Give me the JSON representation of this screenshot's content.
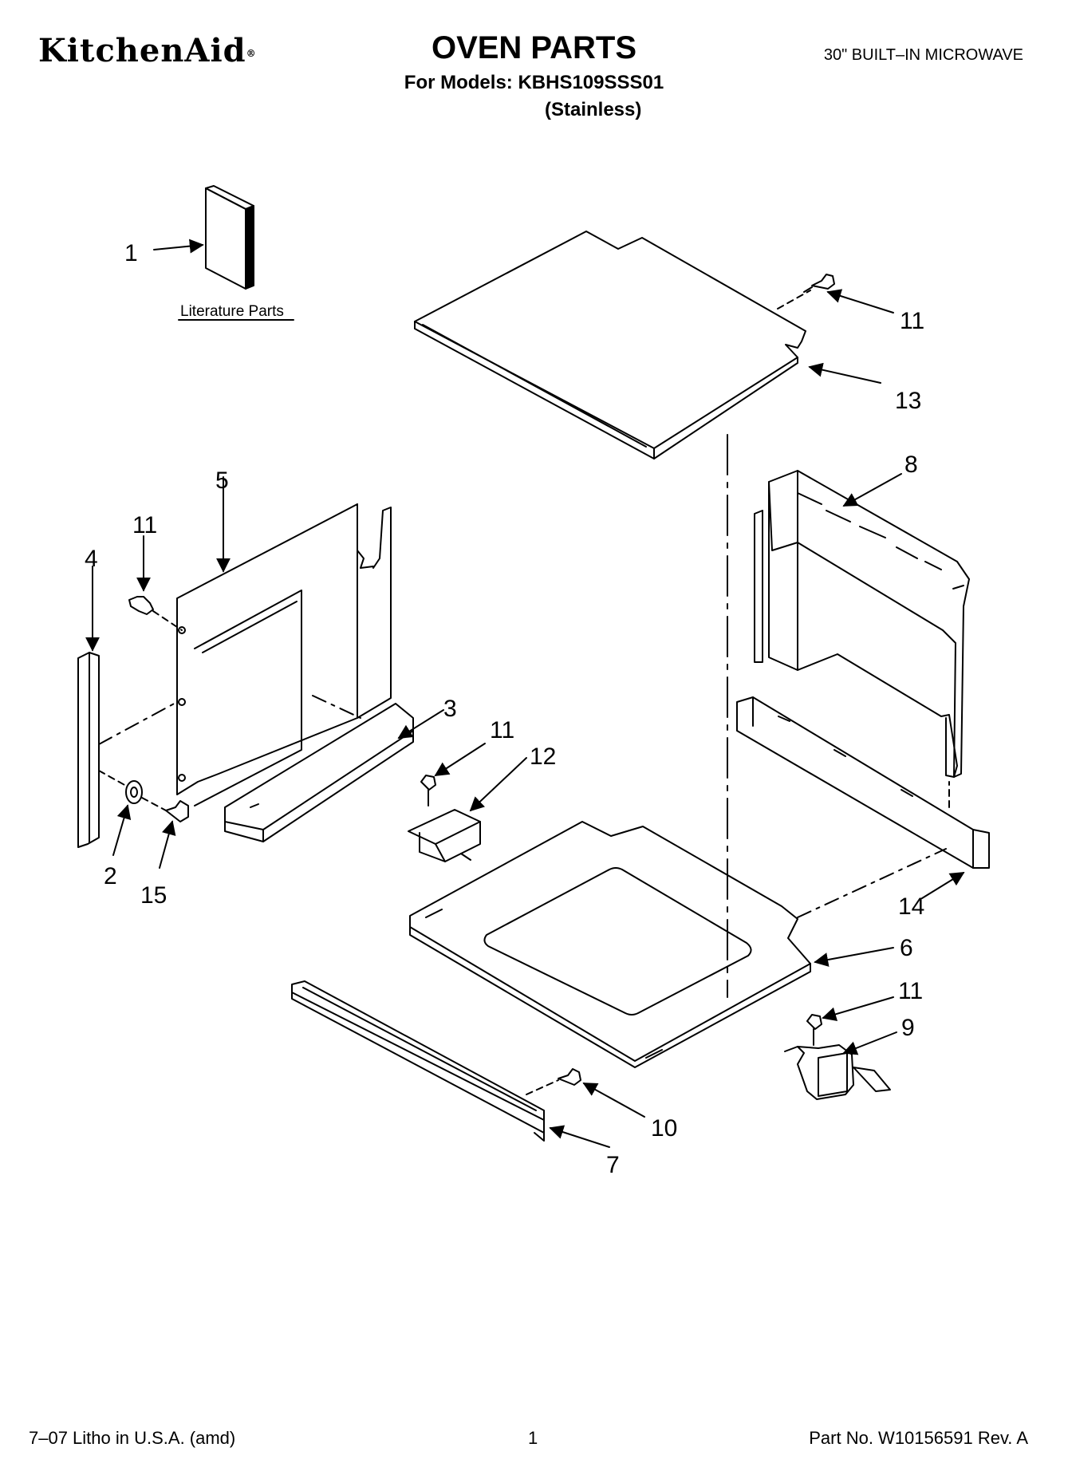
{
  "header": {
    "brand": "KitchenAid",
    "brand_mark": "®",
    "title": "OVEN PARTS",
    "product_type": "30\" BUILT–IN MICROWAVE",
    "models_line": "For Models: KBHS109SSS01",
    "variant": "(Stainless)"
  },
  "diagram": {
    "literature_label": "Literature Parts",
    "callouts": [
      {
        "id": "c1",
        "label": "1"
      },
      {
        "id": "c11a",
        "label": "11"
      },
      {
        "id": "c13",
        "label": "13"
      },
      {
        "id": "c8",
        "label": "8"
      },
      {
        "id": "c5",
        "label": "5"
      },
      {
        "id": "c11b",
        "label": "11"
      },
      {
        "id": "c4",
        "label": "4"
      },
      {
        "id": "c3",
        "label": "3"
      },
      {
        "id": "c11c",
        "label": "11"
      },
      {
        "id": "c12",
        "label": "12"
      },
      {
        "id": "c2",
        "label": "2"
      },
      {
        "id": "c15",
        "label": "15"
      },
      {
        "id": "c14",
        "label": "14"
      },
      {
        "id": "c6",
        "label": "6"
      },
      {
        "id": "c11d",
        "label": "11"
      },
      {
        "id": "c9",
        "label": "9"
      },
      {
        "id": "c10",
        "label": "10"
      },
      {
        "id": "c7",
        "label": "7"
      }
    ]
  },
  "footer": {
    "litho": "7–07 Litho in U.S.A. (amd)",
    "page_number": "1",
    "part_no": "Part No. W10156591 Rev. A"
  }
}
